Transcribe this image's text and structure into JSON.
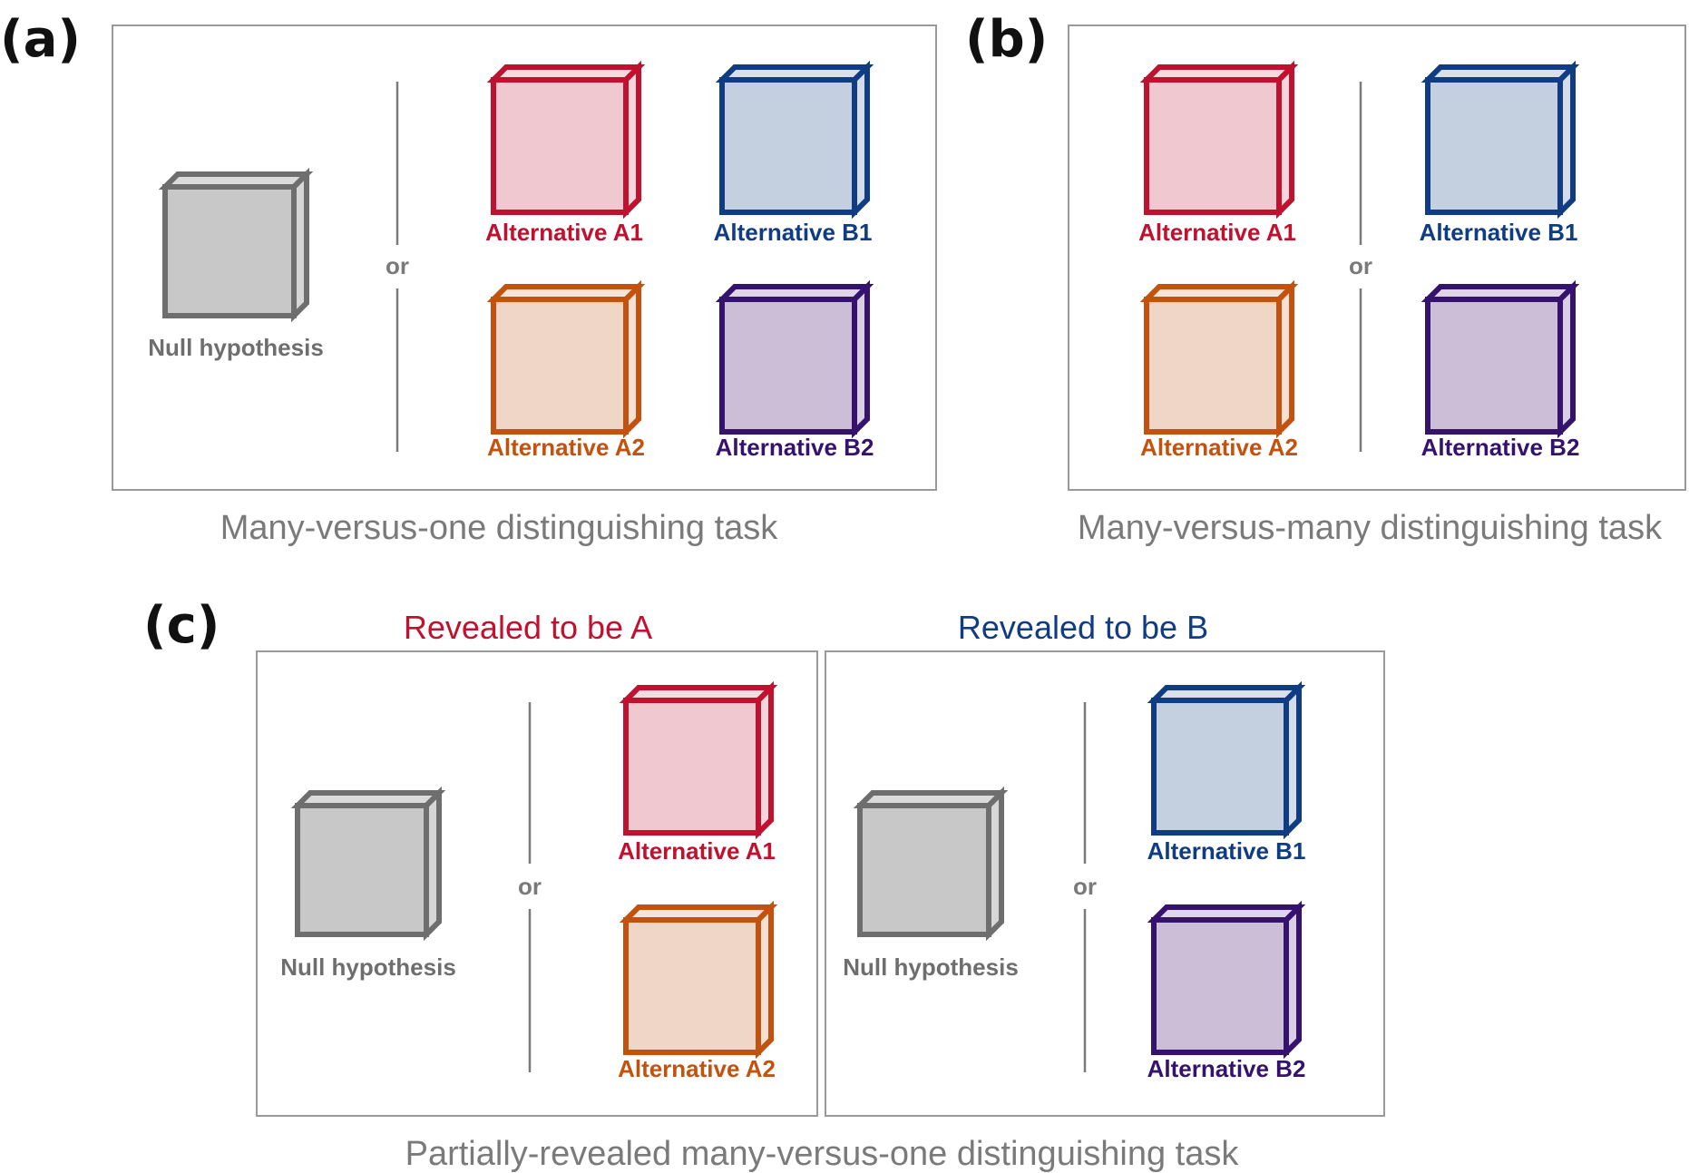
{
  "colors": {
    "null": "#6e6e6e",
    "null_fill": "#c8c8c8",
    "A1": "#c0112f",
    "A1_fill": "#f0c8d0",
    "B1": "#0f3c82",
    "B1_fill": "#c4d0e0",
    "A2": "#c4520f",
    "A2_fill": "#f0d6c6",
    "B2": "#35126e",
    "B2_fill": "#cdbed8",
    "text_gray": "#7a7a7a"
  },
  "panel_a": {
    "label": "(a)",
    "caption": "Many-versus-one distinguishing task",
    "or": "or",
    "null": "Null hypothesis",
    "a1": "Alternative A1",
    "b1": "Alternative B1",
    "a2": "Alternative A2",
    "b2": "Alternative B2"
  },
  "panel_b": {
    "label": "(b)",
    "caption": "Many-versus-many distinguishing task",
    "or": "or",
    "a1": "Alternative A1",
    "b1": "Alternative B1",
    "a2": "Alternative A2",
    "b2": "Alternative B2"
  },
  "panel_c": {
    "label": "(c)",
    "caption": "Partially-revealed many-versus-one distinguishing task",
    "left": {
      "title": "Revealed to be A",
      "or": "or",
      "null": "Null hypothesis",
      "top": "Alternative A1",
      "bottom": "Alternative A2"
    },
    "right": {
      "title": "Revealed to be B",
      "or": "or",
      "null": "Null hypothesis",
      "top": "Alternative B1",
      "bottom": "Alternative B2"
    }
  }
}
